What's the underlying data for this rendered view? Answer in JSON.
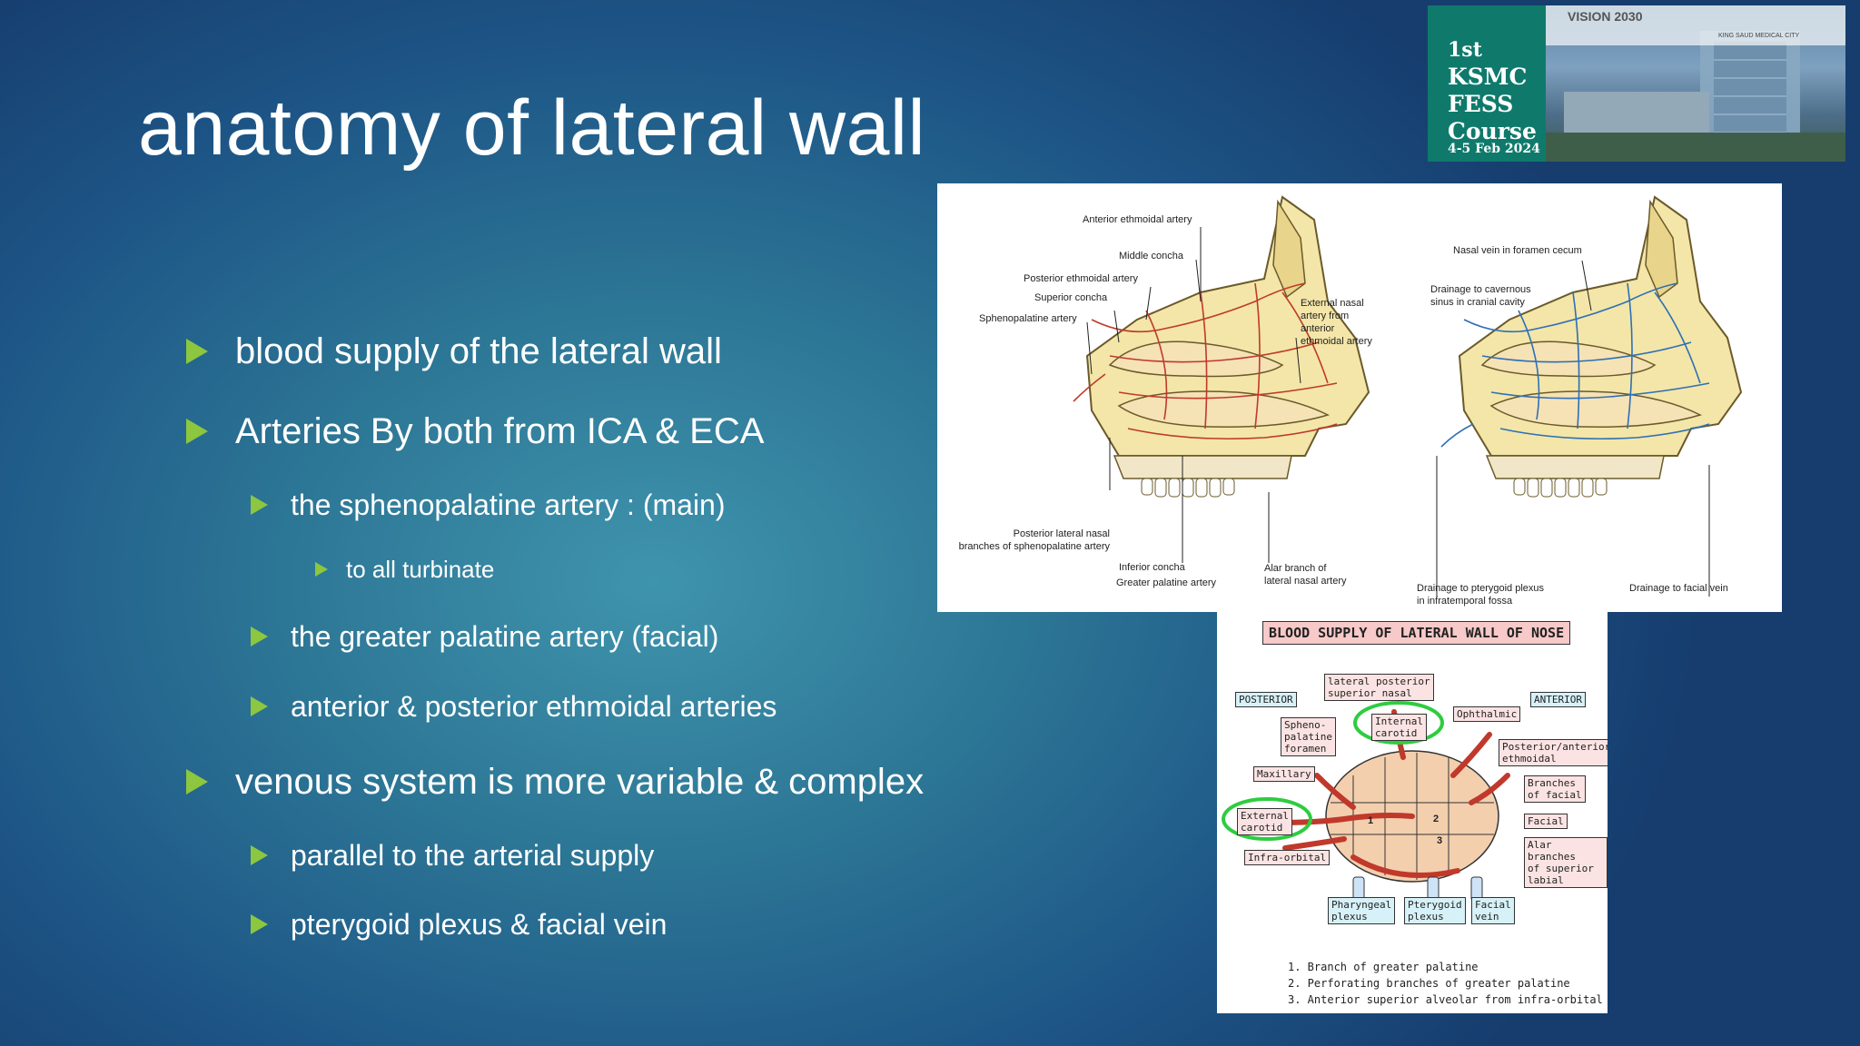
{
  "slide": {
    "title": "anatomy of lateral wall",
    "bullets": [
      {
        "level": 1,
        "text": "blood supply of the lateral wall"
      },
      {
        "level": 1,
        "text": "Arteries By both from ICA & ECA"
      },
      {
        "level": 2,
        "text": "the sphenopalatine artery : (main)"
      },
      {
        "level": 3,
        "text": "to all turbinate"
      },
      {
        "level": 2,
        "text": "the greater palatine artery (facial)"
      },
      {
        "level": 2,
        "text": "anterior & posterior ethmoidal arteries"
      },
      {
        "level": 1,
        "text": "venous system is more variable & complex"
      },
      {
        "level": 2,
        "text": "parallel to the arterial supply"
      },
      {
        "level": 2,
        "text": "pterygoid plexus & facial vein"
      }
    ]
  },
  "logo": {
    "line1": "1st",
    "line2": "KSMC",
    "line3": "FESS",
    "line4": "Course",
    "line5": "4-5 Feb 2024",
    "vision": "VISION 2030",
    "city": "KING SAUD MEDICAL CITY"
  },
  "figure_top": {
    "arterial_labels": {
      "anterior_ethmoidal": "Anterior ethmoidal artery",
      "middle_concha": "Middle concha",
      "posterior_ethmoidal": "Posterior ethmoidal artery",
      "superior_concha": "Superior concha",
      "sphenopalatine": "Sphenopalatine artery",
      "external_nasal_1": "External nasal",
      "external_nasal_2": "artery from",
      "external_nasal_3": "anterior",
      "external_nasal_4": "ethmoidal artery",
      "posterior_lateral_1": "Posterior lateral nasal",
      "posterior_lateral_2": "branches of sphenopalatine artery",
      "inferior_concha": "Inferior concha",
      "greater_palatine": "Greater palatine artery",
      "alar_branch_1": "Alar branch of",
      "alar_branch_2": "lateral nasal artery"
    },
    "venous_labels": {
      "nasal_vein": "Nasal vein in foramen cecum",
      "drainage_cavernous_1": "Drainage to cavernous",
      "drainage_cavernous_2": "sinus in cranial cavity",
      "drainage_pterygoid_1": "Drainage to pterygoid plexus",
      "drainage_pterygoid_2": "in infratemporal fossa",
      "drainage_facial": "Drainage to facial vein"
    }
  },
  "figure_bottom": {
    "title": "BLOOD SUPPLY OF LATERAL WALL OF NOSE",
    "posterior": "POSTERIOR",
    "anterior": "ANTERIOR",
    "lateral_posterior_1": "lateral posterior",
    "lateral_posterior_2": "superior nasal",
    "internal_carotid_1": "Internal",
    "internal_carotid_2": "carotid",
    "ophthalmic": "Ophthalmic",
    "sphenopalatine_1": "Spheno-",
    "sphenopalatine_2": "palatine",
    "sphenopalatine_3": "foramen",
    "posterior_anterior_1": "Posterior/anterior",
    "posterior_anterior_2": "ethmoidal",
    "maxillary": "Maxillary",
    "branches_facial_1": "Branches",
    "branches_facial_2": "of facial",
    "external_carotid_1": "External",
    "external_carotid_2": "carotid",
    "facial": "Facial",
    "infra_orbital": "Infra-orbital",
    "alar_1": "Alar branches",
    "alar_2": "of superior",
    "alar_3": "labial",
    "pharyngeal_1": "Pharyngeal",
    "pharyngeal_2": "plexus",
    "pterygoid_1": "Pterygoid",
    "pterygoid_2": "plexus",
    "facial_vein_1": "Facial",
    "facial_vein_2": "vein",
    "num1": "1",
    "num2": "2",
    "num3": "3",
    "legend": [
      "1. Branch of greater palatine",
      "2. Perforating branches of greater palatine",
      "3. Anterior superior alveolar from infra-orbital"
    ]
  }
}
